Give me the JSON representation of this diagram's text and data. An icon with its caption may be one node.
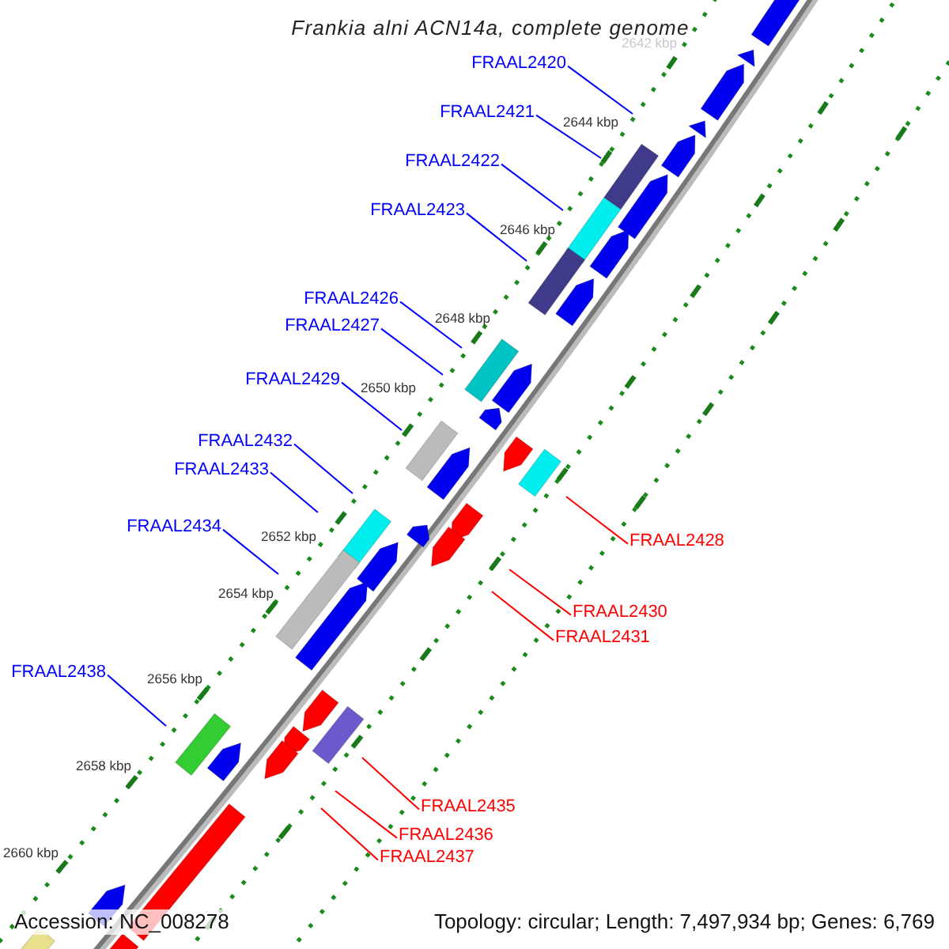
{
  "diagram": {
    "title": "Frankia alni ACN14a, complete genome",
    "nodes": [
      {
        "text": [
          "FRAAL2420"
        ]
      },
      {
        "text": [
          "FRAAL2421"
        ]
      },
      {
        "text": [
          "FRAAL2422"
        ]
      },
      {
        "text": [
          "FRAAL2423"
        ]
      },
      {
        "text": [
          "FRAAL2426"
        ]
      },
      {
        "text": [
          "FRAAL2427"
        ]
      },
      {
        "text": [
          "FRAAL2429"
        ]
      },
      {
        "text": [
          "FRAAL2432"
        ]
      },
      {
        "text": [
          "FRAAL2433"
        ]
      },
      {
        "text": [
          "FRAAL2434"
        ]
      },
      {
        "text": [
          "FRAAL2428"
        ]
      },
      {
        "text": [
          "FRAAL2430"
        ]
      },
      {
        "text": [
          "FRAAL2431"
        ]
      },
      {
        "text": [
          "FRAAL2438"
        ]
      },
      {
        "text": [
          "FRAAL2435"
        ]
      },
      {
        "text": [
          "FRAAL2436"
        ]
      },
      {
        "text": [
          "FRAAL2437"
        ]
      }
    ],
    "edges": [
      {
        "from": 0,
        "to": null,
        "arrow": "none"
      },
      {
        "from": 1,
        "to": null,
        "arrow": "none"
      },
      {
        "from": 2,
        "to": null,
        "arrow": "none"
      },
      {
        "from": 3,
        "to": null,
        "arrow": "none"
      },
      {
        "from": 4,
        "to": null,
        "arrow": "none"
      },
      {
        "from": 5,
        "to": null,
        "arrow": "none"
      },
      {
        "from": 6,
        "to": null,
        "arrow": "none"
      },
      {
        "from": 7,
        "to": null,
        "arrow": "none"
      },
      {
        "from": 8,
        "to": null,
        "arrow": "none"
      },
      {
        "from": 9,
        "to": null,
        "arrow": "none"
      },
      {
        "from": 10,
        "to": null,
        "arrow": "none",
        "color": "#ff0000"
      },
      {
        "from": 11,
        "to": null,
        "arrow": "none",
        "color": "#ff0000"
      },
      {
        "from": 12,
        "to": null,
        "arrow": "none",
        "color": "#ff0000"
      },
      {
        "from": 13,
        "to": null,
        "arrow": "none"
      },
      {
        "from": 14,
        "to": null,
        "arrow": "none",
        "color": "#ff0000"
      },
      {
        "from": 15,
        "to": null,
        "arrow": "none",
        "color": "#ff0000"
      },
      {
        "from": 16,
        "to": null,
        "arrow": "none",
        "color": "#ff0000"
      }
    ],
    "labels": [
      "2642 kbp",
      "2644 kbp",
      "2646 kbp",
      "2648 kbp",
      "2650 kbp",
      "2652 kbp",
      "2654 kbp",
      "2656 kbp",
      "2658 kbp",
      "2660 kbp",
      "Accession: NC_008278",
      "Topology: circular; Length: 7,497,934 bp; Genes: 6,769"
    ]
  }
}
